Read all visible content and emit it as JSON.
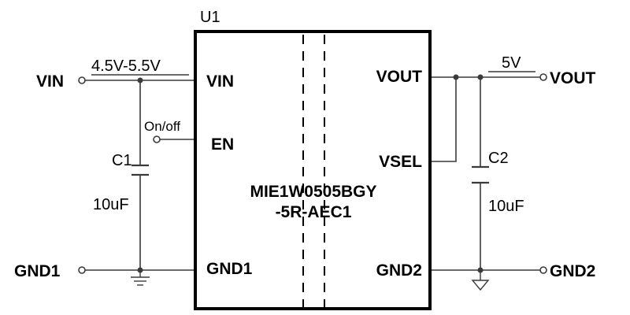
{
  "ref": "U1",
  "part": {
    "line1": "MIE1W0505BGY",
    "line2": "-5R-AEC1"
  },
  "chip_pins": {
    "vin": "VIN",
    "en": "EN",
    "gnd1": "GND1",
    "vout": "VOUT",
    "vsel": "VSEL",
    "gnd2": "GND2"
  },
  "external": {
    "vin": "VIN",
    "gnd1": "GND1",
    "vout": "VOUT",
    "gnd2": "GND2",
    "en_label": "On/off",
    "vin_range": "4.5V-5.5V",
    "vout_value": "5V"
  },
  "components": {
    "c1": {
      "ref": "C1",
      "value": "10uF"
    },
    "c2": {
      "ref": "C2",
      "value": "10uF"
    }
  }
}
